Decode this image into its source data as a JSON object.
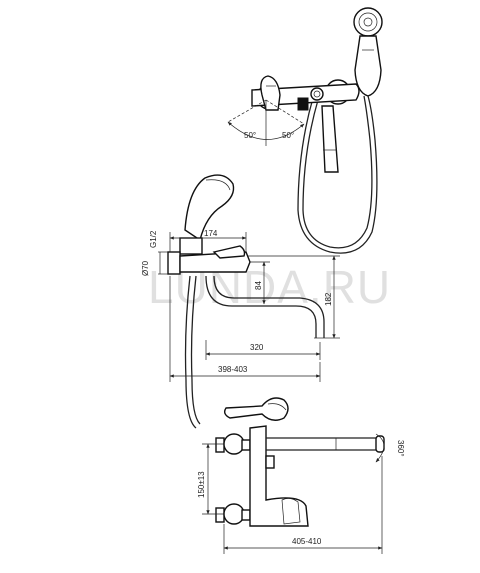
{
  "watermark": "LUNDA.RU",
  "dimensions": {
    "angle_left": "50°",
    "angle_right": "50°",
    "width_174": "174",
    "thread": "G1/2",
    "diameter": "Ø70",
    "height_84": "84",
    "height_182": "182",
    "reach_320": "320",
    "reach_398_403": "398-403",
    "rotation": "360°",
    "centers": "150±13",
    "total_405_410": "405-410"
  },
  "colors": {
    "line": "#222222",
    "watermark": "#c8c8c8"
  }
}
